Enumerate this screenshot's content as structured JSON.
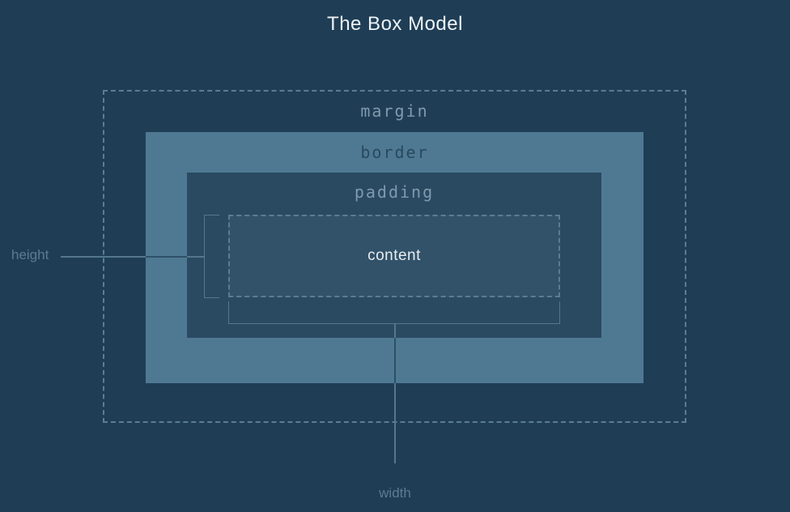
{
  "title": "The Box Model",
  "box_model": {
    "margin": "margin",
    "border": "border",
    "padding": "padding",
    "content": "content"
  },
  "dimension_labels": {
    "height": "height",
    "width": "width"
  },
  "colors": {
    "background": "#1f3e56",
    "border_band_fill": "#4f7992",
    "padding_fill": "#2a4a62",
    "content_fill": "#315269",
    "dashed_outline": "#5a7d94",
    "label_light": "#7f9aad",
    "label_dark": "#28495f",
    "measure_line": "#54778e",
    "measure_line_over_band": "#2e5068",
    "dimension_label": "#5d7a90",
    "title_text": "#eef2f5",
    "content_text": "#e9eef2"
  }
}
